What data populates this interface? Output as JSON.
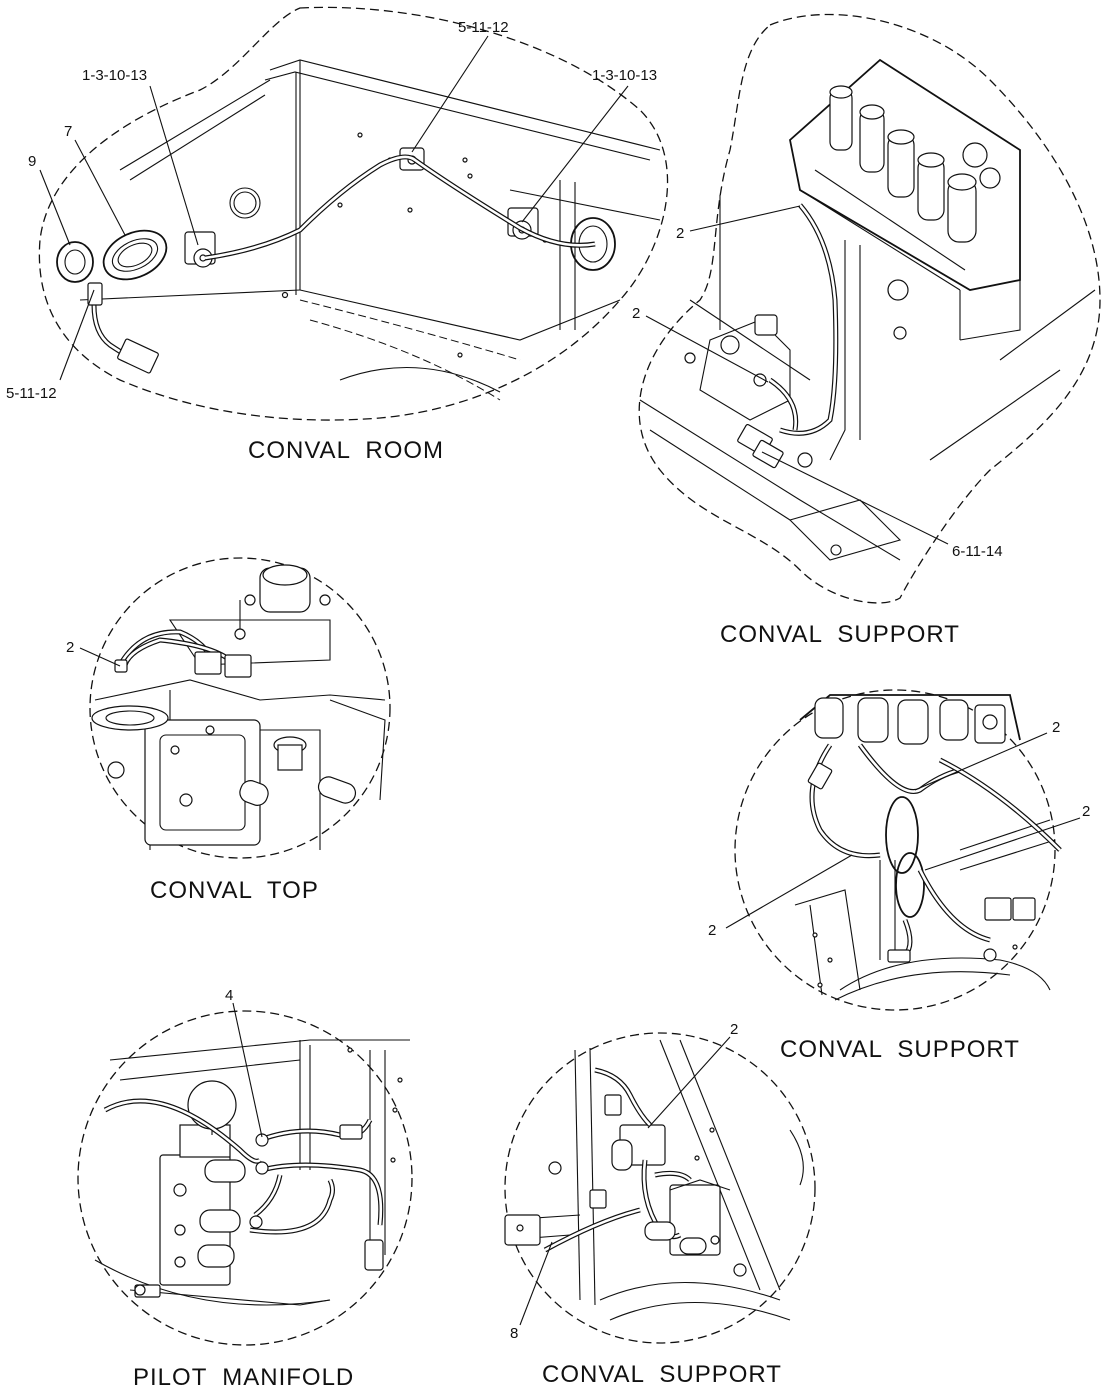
{
  "views": [
    {
      "id": "conval-room",
      "title": "CONVAL  ROOM",
      "callouts": [
        "9",
        "7",
        "1-3-10-13",
        "5-11-12",
        "1-3-10-13",
        "5-11-12"
      ]
    },
    {
      "id": "conval-support-1",
      "title": "CONVAL  SUPPORT",
      "callouts": [
        "2",
        "2",
        "6-11-14"
      ]
    },
    {
      "id": "conval-top",
      "title": "CONVAL  TOP",
      "callouts": [
        "2"
      ]
    },
    {
      "id": "conval-support-2",
      "title": "CONVAL  SUPPORT",
      "callouts": [
        "2",
        "2",
        "2"
      ]
    },
    {
      "id": "pilot-manifold",
      "title": "PILOT  MANIFOLD",
      "callouts": [
        "4"
      ]
    },
    {
      "id": "conval-support-3",
      "title": "CONVAL  SUPPORT",
      "callouts": [
        "2",
        "8"
      ]
    }
  ]
}
